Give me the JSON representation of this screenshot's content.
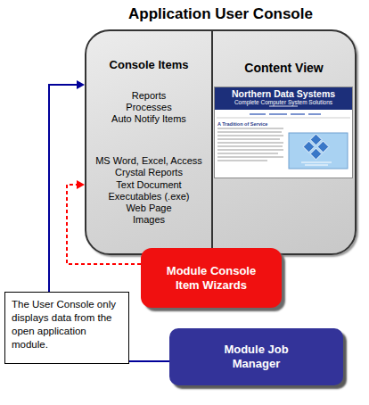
{
  "diagram": {
    "nodes": [
      {
        "text": [
          "Application User Console"
        ]
      },
      {
        "text": [
          "Console Items",
          "Reports",
          "Processes",
          "Auto Notify Items",
          "MS Word, Excel, Access",
          "Crystal Reports",
          "Text Document",
          "Executables (.exe)",
          "Web Page",
          "Images"
        ],
        "in": 0
      },
      {
        "text": [
          "Content View"
        ],
        "in": 0
      },
      {
        "text": [
          "Module Console Item Wizards"
        ]
      },
      {
        "text": [
          "Module Job Manager"
        ]
      },
      {
        "text": [
          "The User Console only displays data from the open application module."
        ]
      }
    ],
    "edges": [
      {
        "from": 3,
        "to": 0,
        "arrow": "to"
      },
      {
        "from": 4,
        "to": 0,
        "arrow": "to"
      }
    ],
    "labels": [
      "Northern Data Systems",
      "Complete Computer System Solutions",
      "A Tradition of Service"
    ]
  }
}
